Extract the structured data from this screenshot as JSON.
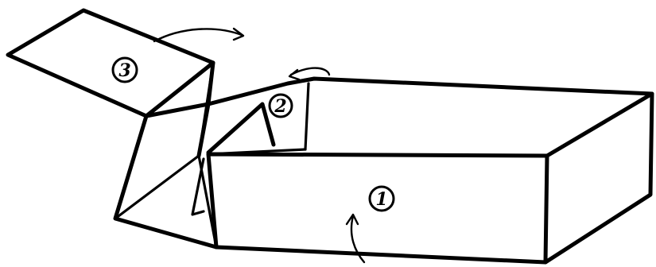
{
  "diagram": {
    "flaps": [
      {
        "id": "flap-1",
        "number_label": "1",
        "move": "fold-up"
      },
      {
        "id": "flap-2",
        "number_label": "2",
        "move": "fold-inward"
      },
      {
        "id": "flap-3",
        "number_label": "3",
        "move": "fold-over"
      }
    ]
  },
  "icons": {
    "arrow_1": "curved-arrow-up-icon",
    "arrow_2": "curved-arrow-left-icon",
    "arrow_3": "curved-arrow-right-icon"
  },
  "colors": {
    "ink": "#000000",
    "paper": "#ffffff"
  }
}
